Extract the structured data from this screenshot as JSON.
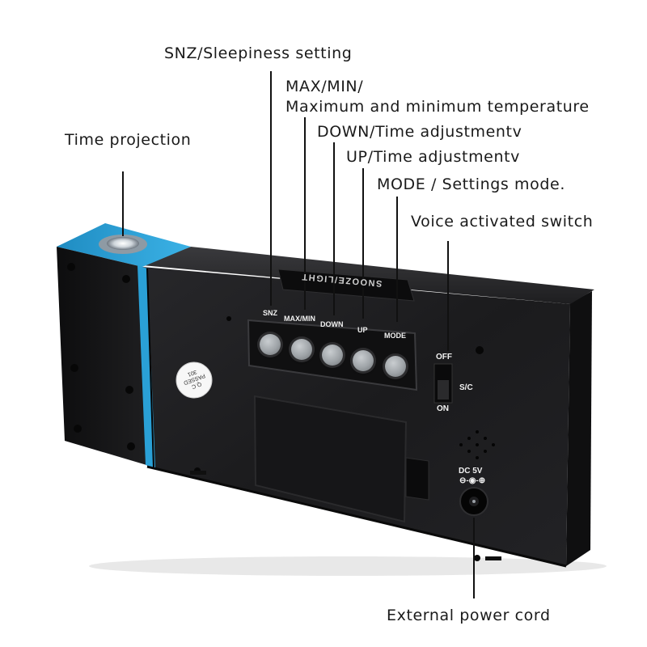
{
  "callouts": {
    "snz": "SNZ/Sleepiness setting",
    "maxmin_line1": "MAX/MIN/",
    "maxmin_line2": "Maximum and minimum temperature",
    "down": "DOWN/Time adjustmentv",
    "up": "UP/Time adjustmentv",
    "mode": "MODE / Settings mode.",
    "voice": "Voice activated switch",
    "projection": "Time projection",
    "power": "External power cord"
  },
  "panel": {
    "brand": "SNOOZE/LIGHT",
    "button_labels": [
      "SNZ",
      "MAX/MIN",
      "DOWN",
      "UP",
      "MODE"
    ],
    "switch_off": "OFF",
    "switch_on": "ON",
    "switch_sc": "S/C",
    "dc_label": "DC 5V",
    "qc_sticker": [
      "Q.C",
      "PASSED",
      "301"
    ]
  },
  "colors": {
    "body": "#1b1b1d",
    "accent_blue": "#2aa0d6",
    "button_gray": "#9ea3a7"
  }
}
